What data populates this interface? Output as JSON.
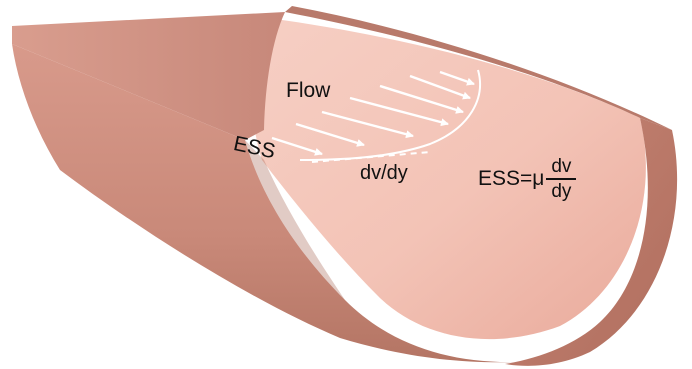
{
  "labels": {
    "flow": "Flow",
    "ess": "ESS",
    "gradient": "dv/dy"
  },
  "formula": {
    "lhs": "ESS=μ",
    "numerator": "dv",
    "denominator": "dy"
  },
  "colors": {
    "vessel_outer": "#c98b7c",
    "vessel_inner": "#f2c1b4",
    "vessel_rim": "#b97566",
    "arrow": "#ffffff"
  },
  "flow_arrows": 7
}
